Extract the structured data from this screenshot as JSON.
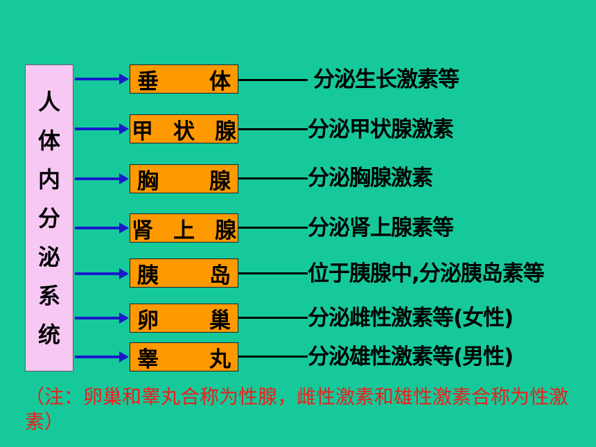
{
  "root": {
    "chars": [
      "人",
      "体",
      "内",
      "分",
      "泌",
      "系",
      "统"
    ]
  },
  "rows": [
    {
      "gland": [
        "垂",
        "体"
      ],
      "desc": "分泌生长激素等"
    },
    {
      "gland": [
        "甲",
        "状",
        "腺"
      ],
      "desc": "分泌甲状腺激素"
    },
    {
      "gland": [
        "胸",
        "腺"
      ],
      "desc": "分泌胸腺激素"
    },
    {
      "gland": [
        "肾",
        "上",
        "腺"
      ],
      "desc": "分泌肾上腺素等"
    },
    {
      "gland": [
        "胰",
        "岛"
      ],
      "desc": "位于胰腺中,分泌胰岛素等"
    },
    {
      "gland": [
        "卵",
        "巢"
      ],
      "desc": "分泌雌性激素等(女性)"
    },
    {
      "gland": [
        "睾",
        "丸"
      ],
      "desc": "分泌雄性激素等(男性)"
    }
  ],
  "note": "（注：卵巢和睾丸合称为性腺，雌性激素和雄性激素合称为性激素）",
  "colors": {
    "background": "#16c99a",
    "root_box": "#f6c8f3",
    "gland_box": "#ff9900",
    "arrow": "#1a1acc",
    "note_text": "#e8201c"
  }
}
